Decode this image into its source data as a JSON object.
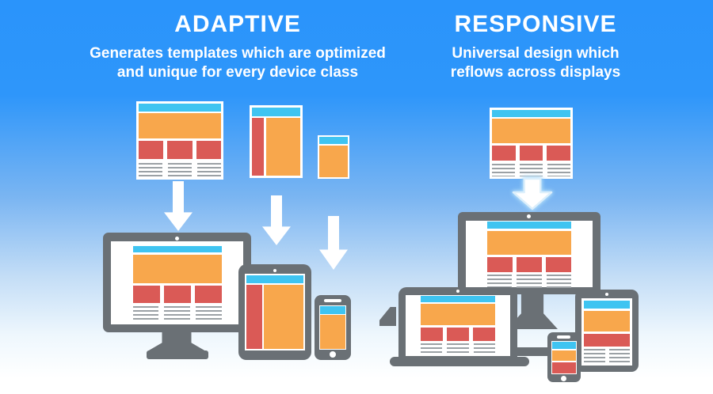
{
  "palette": {
    "background_top": "#2A94FB",
    "background_bottom": "#FFFFFF",
    "heading_text": "#FFFFFF",
    "cyan_header": "#3FC4F1",
    "orange_block": "#F8A74C",
    "red_block": "#DA5A56",
    "device_gray": "#6A7075",
    "screen_white": "#FFFFFF",
    "line_gray": "#9BA1A5",
    "arrow_white": "#FFFFFF",
    "arrow_glow": "#9FD4F7"
  },
  "adaptive": {
    "title": "ADAPTIVE",
    "subtitle_line1": "Generates templates which are optimized",
    "subtitle_line2": "and unique for every device class",
    "templates": [
      "desktop-template",
      "tablet-template",
      "phone-template"
    ],
    "devices": [
      "desktop-monitor",
      "tablet",
      "smartphone"
    ]
  },
  "responsive": {
    "title": "RESPONSIVE",
    "subtitle_line1": "Universal design which",
    "subtitle_line2": "reflows across displays",
    "templates": [
      "universal-template"
    ],
    "devices": [
      "desktop-monitor",
      "laptop",
      "tablet",
      "smartphone"
    ]
  }
}
